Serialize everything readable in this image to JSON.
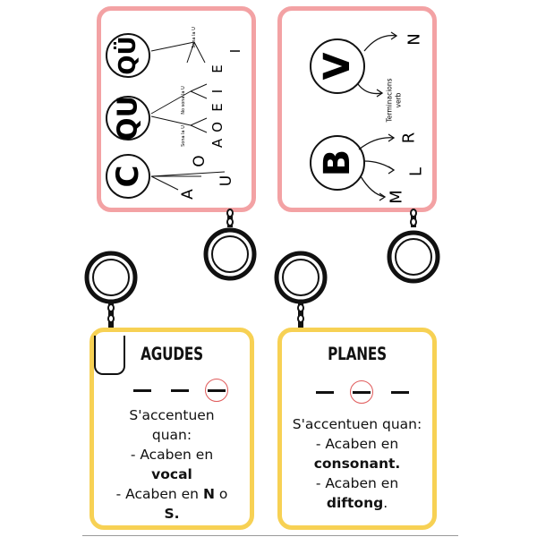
{
  "cards": {
    "c_qu": {
      "big_letters": [
        "C",
        "QU",
        "QÜ"
      ],
      "c_vowels": [
        "A",
        "O",
        "U"
      ],
      "qu_vowels": [
        "A",
        "O",
        "E",
        "I"
      ],
      "qu_small_labels": [
        "Sona la U",
        "No sona la U"
      ],
      "qu_umlaut_vowels": [
        "E",
        "I"
      ],
      "qu_umlaut_label": "Sona la U"
    },
    "v_b": {
      "big_letters": [
        "V",
        "B"
      ],
      "v_targets": [
        "N"
      ],
      "v_note": [
        "Terminacions",
        "verb"
      ],
      "b_targets": [
        "R",
        "L",
        "M"
      ]
    },
    "agudes": {
      "title": "AGUDES",
      "lines": [
        "S'accentuen",
        "quan:",
        "- Acaben en",
        "vocal",
        "- Acaben en",
        "N",
        "o",
        "S."
      ]
    },
    "planes": {
      "title": "PLANES",
      "lines": [
        "S'accentuen quan:",
        "- Acaben en",
        "consonant.",
        "- Acaben en",
        "diftong",
        "."
      ]
    }
  }
}
